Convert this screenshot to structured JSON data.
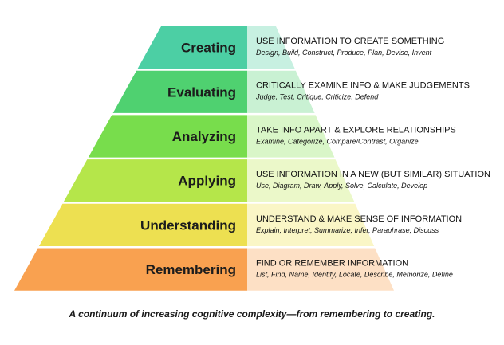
{
  "levels": [
    {
      "label": "Creating",
      "heading": "USE INFORMATION TO CREATE SOMETHING",
      "verbs": "Design, Build, Construct, Produce, Plan, Devise, Invent",
      "color": "#4ccfa4",
      "tint": "#c7f0e1"
    },
    {
      "label": "Evaluating",
      "heading": "CRITICALLY EXAMINE INFO & MAKE JUDGEMENTS",
      "verbs": "Judge, Test, Critique, Criticize, Defend",
      "color": "#4fd170",
      "tint": "#c9f1d3"
    },
    {
      "label": "Analyzing",
      "heading": "TAKE INFO APART & EXPLORE RELATIONSHIPS",
      "verbs": "Examine, Categorize, Compare/Contrast, Organize",
      "color": "#78dd4c",
      "tint": "#d9f6c8"
    },
    {
      "label": "Applying",
      "heading": "USE INFORMATION IN A NEW (BUT SIMILAR) SITUATION",
      "verbs": "Use, Diagram, Draw, Apply, Solve, Calculate, Develop",
      "color": "#b5e64a",
      "tint": "#ebf8c9"
    },
    {
      "label": "Understanding",
      "heading": "UNDERSTAND & MAKE SENSE OF INFORMATION",
      "verbs": "Explain, Interpret, Summarize, Infer, Paraphrase, Discuss",
      "color": "#ede051",
      "tint": "#faf6c6"
    },
    {
      "label": "Remembering",
      "heading": "FIND OR REMEMBER INFORMATION",
      "verbs": "List, Find, Name, Identify, Locate, Describe, Memorize, Define",
      "color": "#f9a150",
      "tint": "#fde0c5"
    }
  ],
  "caption": "A continuum of increasing cognitive complexity—from remembering to creating."
}
